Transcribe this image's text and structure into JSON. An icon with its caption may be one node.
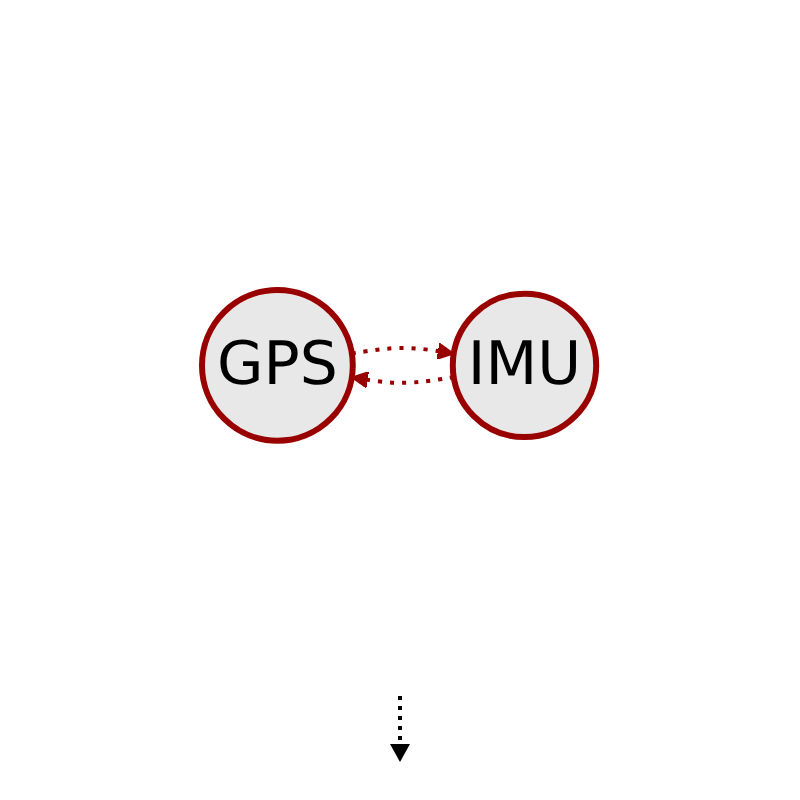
{
  "diagram": {
    "nodes": [
      {
        "text": [
          "GPS"
        ]
      },
      {
        "text": [
          "IMU"
        ]
      }
    ],
    "edges": [
      {
        "from": 0,
        "to": 1,
        "arrow": "to",
        "style": "dashed",
        "color": "#990000"
      },
      {
        "from": 1,
        "to": 0,
        "arrow": "to",
        "style": "dashed",
        "color": "#990000"
      }
    ]
  }
}
